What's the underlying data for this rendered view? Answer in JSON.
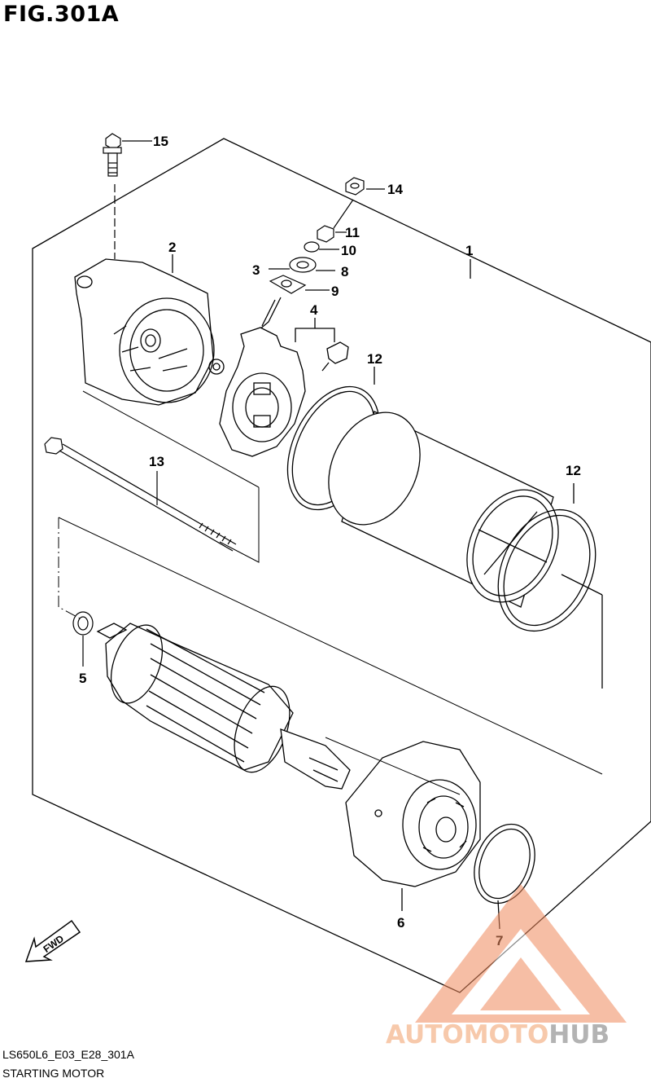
{
  "figure": {
    "title": "FIG.301A",
    "code": "LS650L6_E03_E28_301A",
    "caption": "STARTING MOTOR"
  },
  "callouts": [
    "15",
    "14",
    "11",
    "10",
    "2",
    "1",
    "3",
    "8",
    "9",
    "4",
    "12",
    "13",
    "12",
    "5",
    "6",
    "7"
  ],
  "fwd_label": "FWD",
  "watermark": {
    "part1": "AUTOMOTO",
    "part2": "HUB",
    "color_primary": "#f08a5d",
    "color_secondary": "#9a9a9a"
  },
  "colors": {
    "line": "#000000",
    "background": "#ffffff"
  }
}
